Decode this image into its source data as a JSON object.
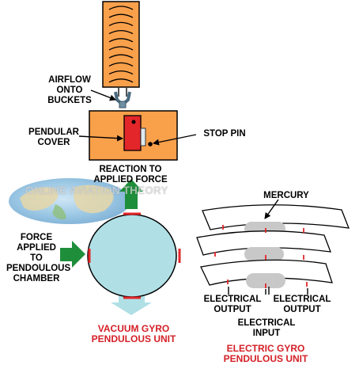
{
  "labels": {
    "airflow": "AIRFLOW\nONTO\nBUCKETS",
    "pendular_cover": "PENDULAR\nCOVER",
    "stop_pin": "STOP PIN",
    "reaction": "REACTION TO\nAPPLIED FORCE",
    "force": "FORCE\nAPPLIED\nTO\nPENDOULOUS\nCHAMBER",
    "mercury": "MERCURY",
    "electrical_output_left": "ELECTRICAL\nOUTPUT",
    "electrical_output_right": "ELECTRICAL\nOUTPUT",
    "electrical_input": "ELECTRICAL\nINPUT",
    "vacuum_title": "VACUUM GYRO\nPENDULOUS UNIT",
    "electric_title": "ELECTRIC GYRO\nPENDULOUS UNIT"
  },
  "watermark": "ONLINE AVIATION THEORY",
  "colors": {
    "orange": "#f9a04b",
    "red": "#e3262a",
    "cyan": "#b0e0e6",
    "green": "#1f8e3b",
    "grey": "#c8c8c8",
    "label_red": "#d42027"
  }
}
